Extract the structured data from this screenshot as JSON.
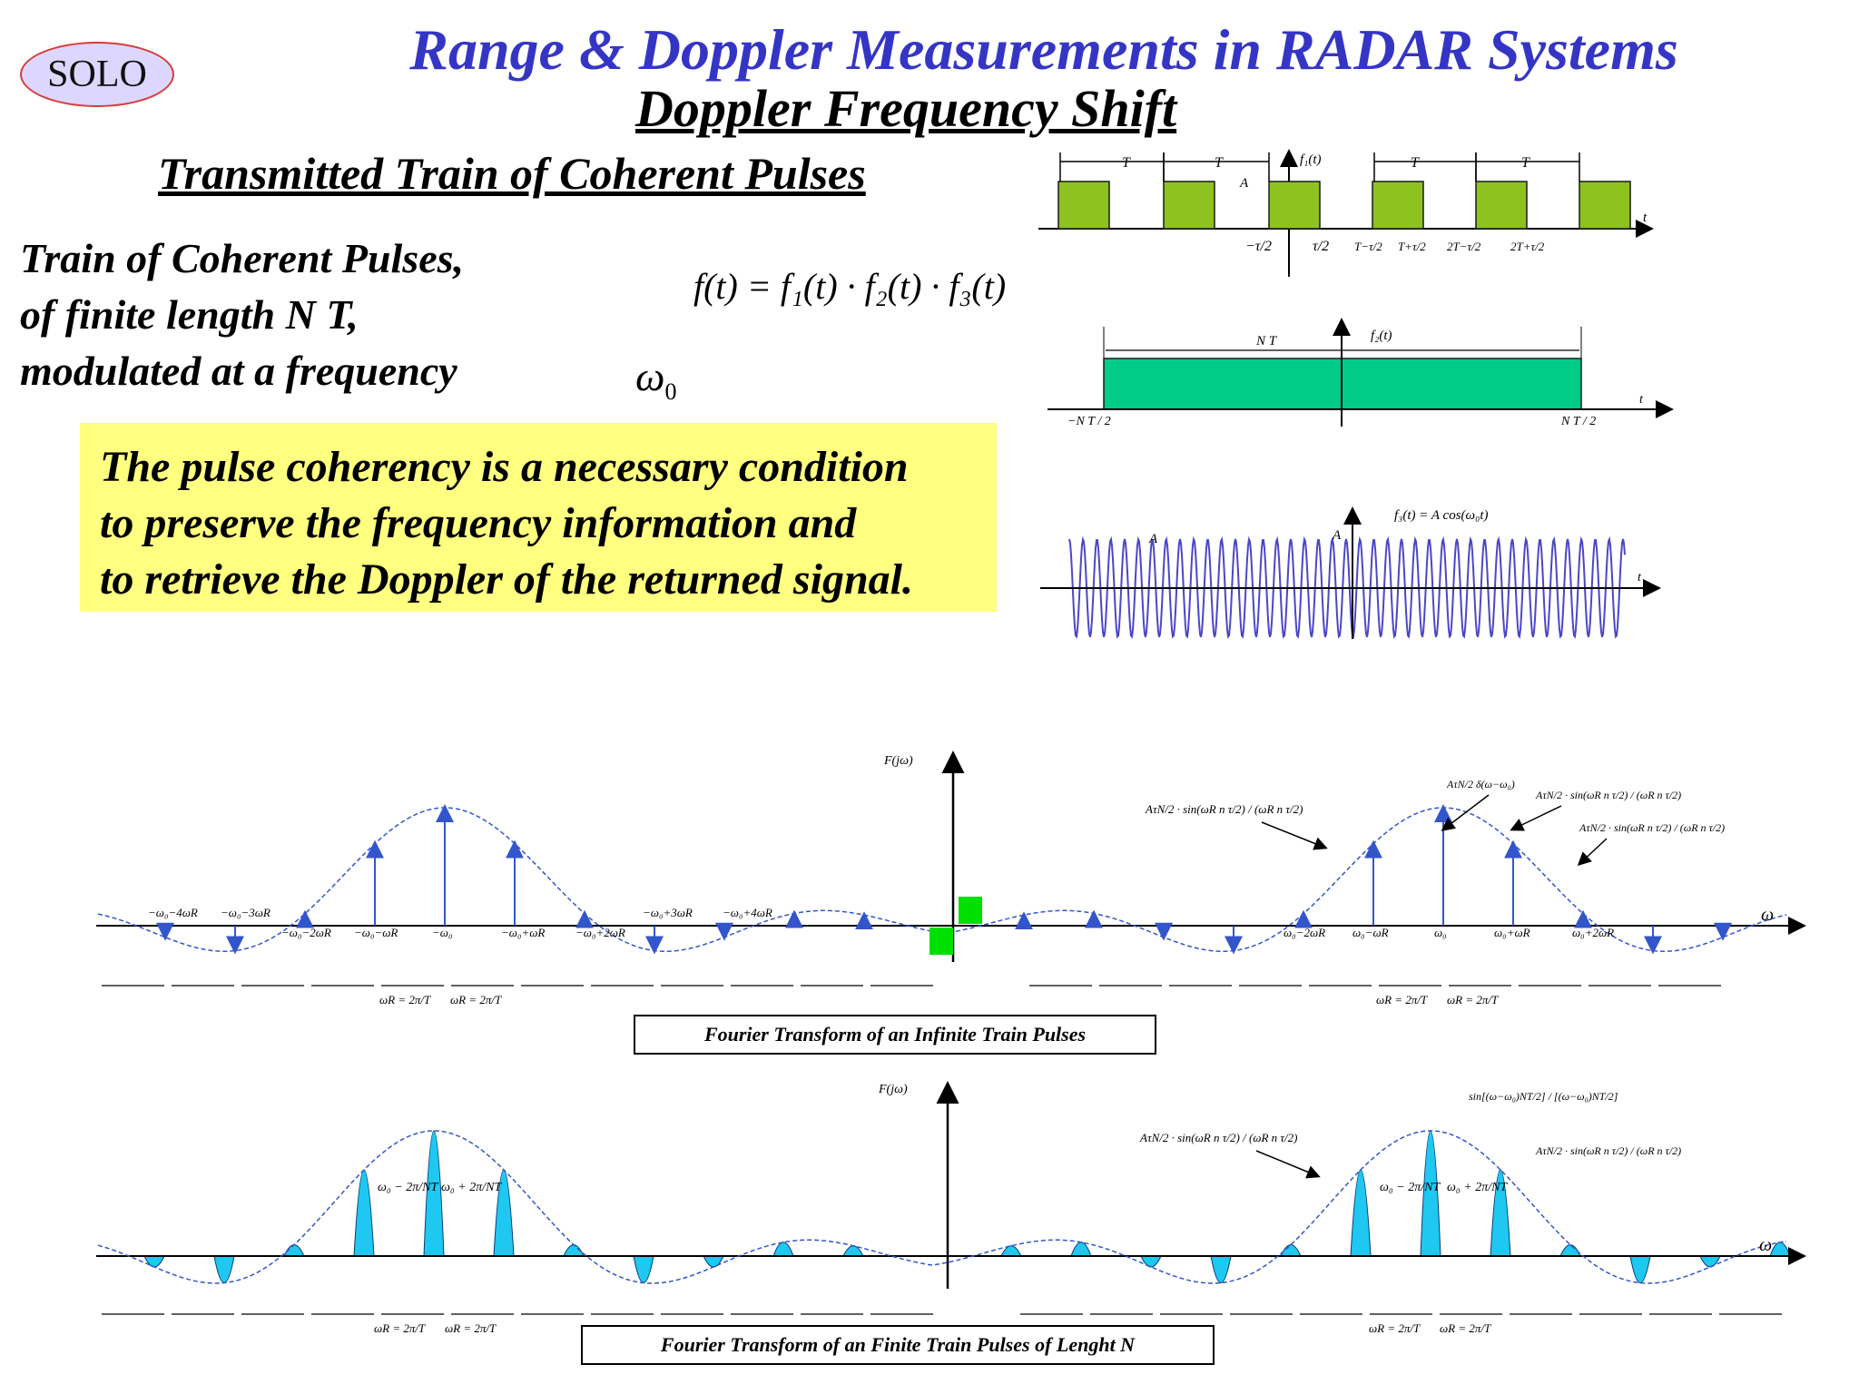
{
  "badge": {
    "label": "SOLO"
  },
  "header": {
    "title": "Range & Doppler Measurements in RADAR Systems",
    "subtitle": "Doppler Frequency Shift"
  },
  "section": {
    "heading": "Transmitted Train of Coherent Pulses",
    "desc_lines": [
      "Train of Coherent Pulses,",
      "of finite length N T,",
      "modulated at a frequency"
    ],
    "omega_symbol": "ω",
    "omega_subscript": "0",
    "formula": "f(t) = f₁(t) · f₂(t) · f₃(t)"
  },
  "note": {
    "lines": [
      "The pulse coherency is a necessary condition",
      "to preserve the frequency information and",
      "to retrieve the Doppler of the returned signal."
    ]
  },
  "pulse_plot": {
    "func_label": "f₁(t)",
    "period_label": "T",
    "amplitude_label": "A",
    "axis_label": "t",
    "tick_labels": [
      "−τ/2",
      "τ/2",
      "T−τ/2",
      "T+τ/2",
      "2T−τ/2",
      "2T+τ/2"
    ],
    "fill_color": "#8dc21f",
    "edge_color": "#1a1a1a"
  },
  "window_plot": {
    "func_label": "f₂(t)",
    "width_label": "N T",
    "left_label": "−N T / 2",
    "right_label": "N T / 2",
    "axis_label": "t",
    "fill_color": "#00cc88"
  },
  "carrier_plot": {
    "func_label": "f₃(t) = A cos(ω₀t)",
    "amplitude_label": "A",
    "axis_label": "t",
    "line_color": "#4b47c6"
  },
  "spectrum_1": {
    "axis_label": "F(jω)",
    "omega_axis_label": "ω",
    "freq_labels": [
      "−ω₀−4ωR",
      "−ω₀−3ωR",
      "−ω₀−2ωR",
      "−ω₀−ωR",
      "−ω₀",
      "−ω₀+ωR",
      "−ω₀+2ωR",
      "−ω₀+3ωR",
      "−ω₀+4ωR",
      "ω₀−2ωR",
      "ω₀−ωR",
      "ω₀",
      "ω₀+ωR",
      "ω₀+2ωR"
    ],
    "spacing_label": "ωR = 2π/T",
    "envelope_formula": "AτN/2 · sin(ωR n τ/2) / (ωR n τ/2)",
    "impulse_formula": "AτN/2 δ(ω−ω₀)",
    "caption": "Fourier Transform of an Infinite Train Pulses",
    "line_color": "#3355cc",
    "marker_color": "#00e000"
  },
  "spectrum_2": {
    "axis_label": "F(jω)",
    "omega_axis_label": "ω",
    "lobe_labels": [
      "ω₀ − 2π/NT",
      "ω₀ + 2π/NT"
    ],
    "spacing_label": "ωR = 2π/T",
    "envelope_formula": "AτN/2 · sin(ωR n τ/2) / (ωR n τ/2)",
    "sinc_formula": "sin[(ω−ω₀)NT/2] / [(ω−ω₀)NT/2]",
    "caption": "Fourier Transform of an Finite Train Pulses of Lenght N",
    "fill_color": "#1ec8f0"
  }
}
